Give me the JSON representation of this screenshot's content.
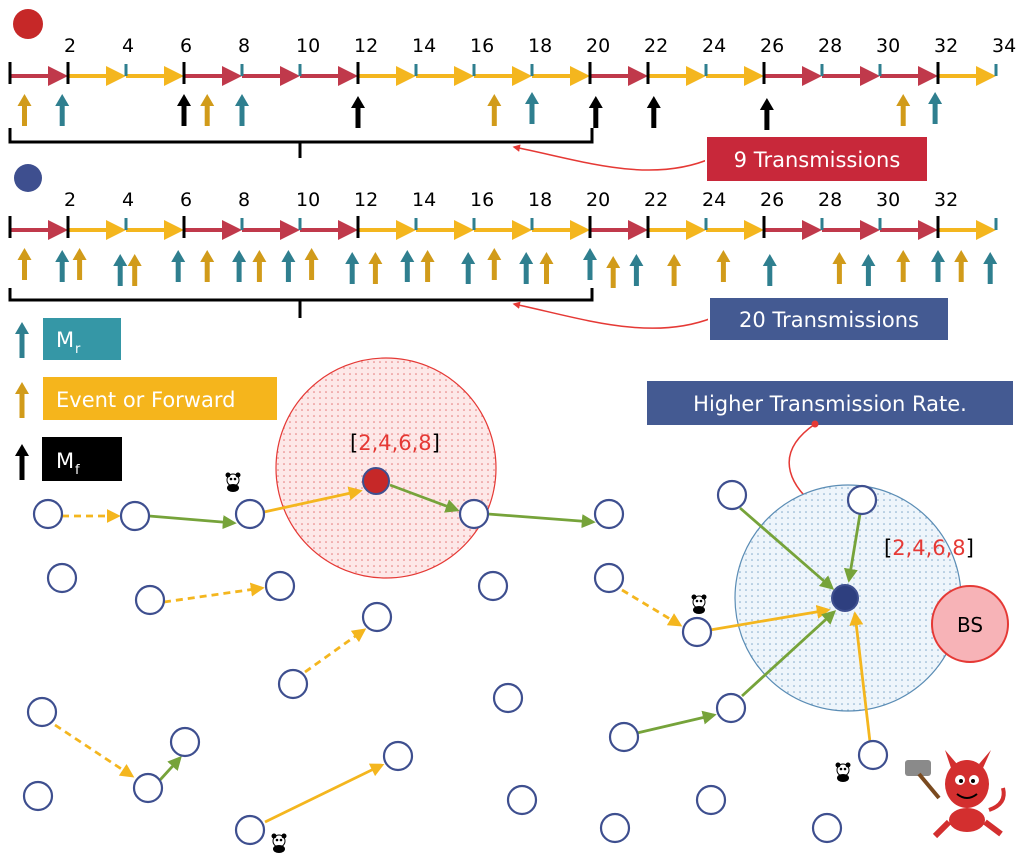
{
  "colors": {
    "red_arrow": "#c0394b",
    "yellow_arrow": "#f4b61e",
    "teal": "#2f7f8f",
    "black": "#000000",
    "node_stroke": "#3e4f8f",
    "green_link": "#76a33a",
    "callout_red": "#c8283a",
    "callout_blue": "#445a92",
    "legend_teal": "#3597a6",
    "legend_yellow": "#f5b51c",
    "bs_fill": "#f7b3b7",
    "red_node": "#c62828",
    "blue_node": "#3e4f8f"
  },
  "timeline_ticks": [
    "2",
    "4",
    "6",
    "8",
    "10",
    "12",
    "14",
    "16",
    "18",
    "20",
    "22",
    "24",
    "26",
    "28",
    "30",
    "32",
    "34"
  ],
  "timeline2_ticks": [
    "2",
    "4",
    "6",
    "8",
    "10",
    "12",
    "14",
    "16",
    "18",
    "20",
    "22",
    "24",
    "26",
    "28",
    "30",
    "32"
  ],
  "callouts": {
    "top": "9 Transmissions",
    "middle": "20 Transmissions",
    "rate": "Higher Transmission Rate."
  },
  "legend": {
    "mr_main": "M",
    "mr_sub": "r",
    "event": "Event or Forward",
    "mf_main": "M",
    "mf_sub": "f"
  },
  "ranges": {
    "left_open": "[",
    "left_values": "2,4,6,8",
    "left_close": "]",
    "right_open": "[",
    "right_values": "2,4,6,8",
    "right_close": "]"
  },
  "bs_label": "BS"
}
